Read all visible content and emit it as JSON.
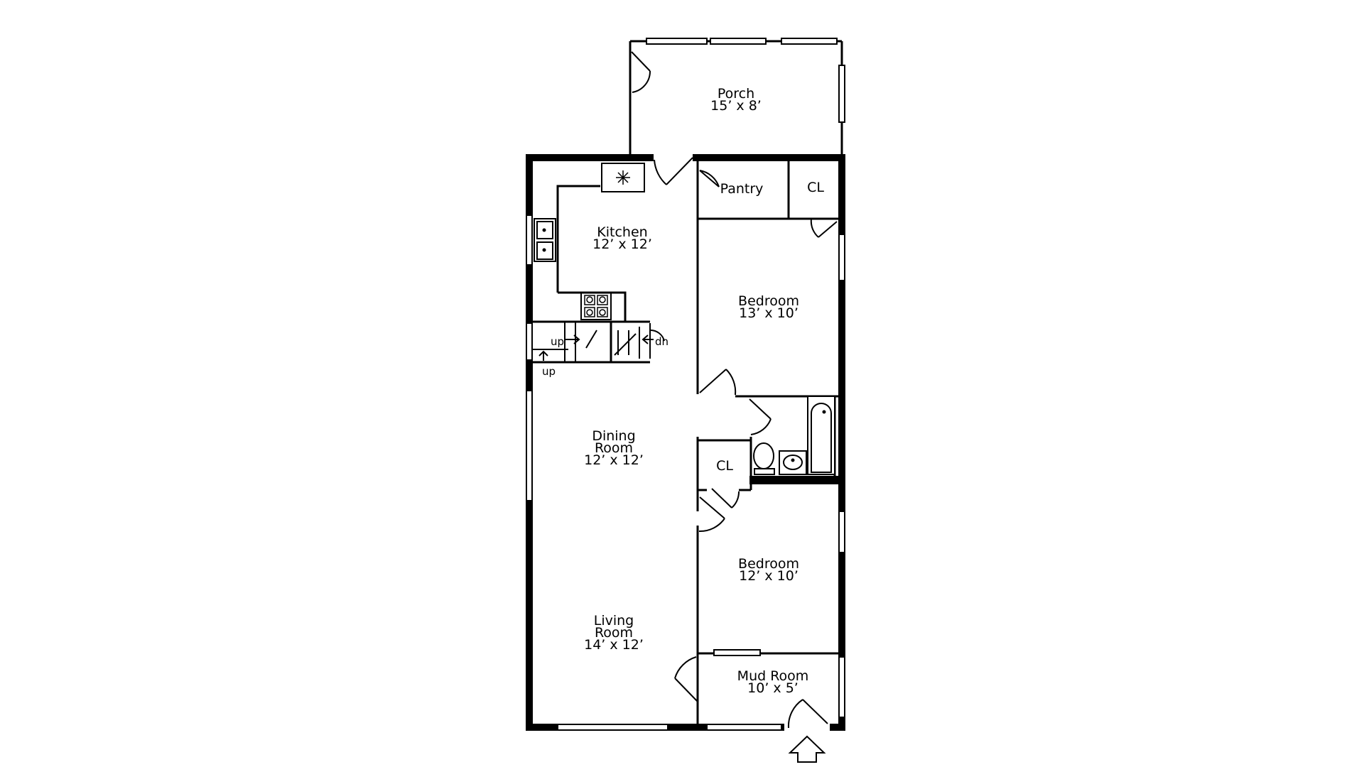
{
  "rooms": {
    "porch": {
      "name": "Porch",
      "dims": "15’ x 8’"
    },
    "kitchen": {
      "name": "Kitchen",
      "dims": "12’ x 12’"
    },
    "pantry": {
      "name": "Pantry"
    },
    "closet_top": {
      "name": "CL"
    },
    "bedroom_top": {
      "name": "Bedroom",
      "dims": "13’ x 10’"
    },
    "dining": {
      "name_line1": "Dining",
      "name_line2": "Room",
      "dims": "12’ x 12’"
    },
    "closet_mid": {
      "name": "CL"
    },
    "bedroom_bottom": {
      "name": "Bedroom",
      "dims": "12’ x 10’"
    },
    "living": {
      "name_line1": "Living",
      "name_line2": "Room",
      "dims": "14’ x 12’"
    },
    "mudroom": {
      "name": "Mud Room",
      "dims": "10’ x 5’"
    }
  },
  "stairs": {
    "up_a": "up",
    "up_b": "up",
    "down": "dn"
  },
  "icons": {
    "entry": "entry-arrow-icon",
    "fridge": "snowflake-icon",
    "stove": "stove-icon",
    "sink": "sink-icon",
    "toilet": "toilet-icon",
    "tub": "bathtub-icon"
  }
}
